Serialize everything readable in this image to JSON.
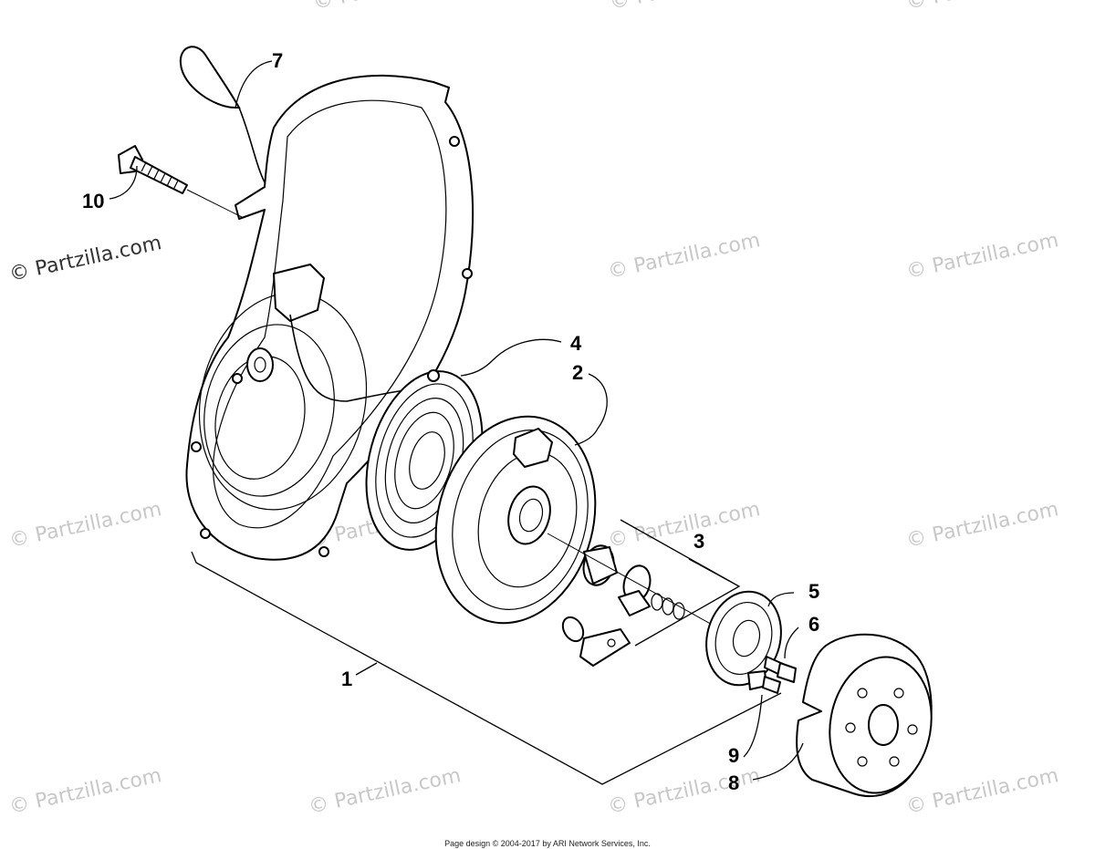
{
  "diagram": {
    "callouts": [
      {
        "id": "c1",
        "label": "1"
      },
      {
        "id": "c2",
        "label": "2"
      },
      {
        "id": "c3",
        "label": "3"
      },
      {
        "id": "c4",
        "label": "4"
      },
      {
        "id": "c5",
        "label": "5"
      },
      {
        "id": "c6",
        "label": "6"
      },
      {
        "id": "c7",
        "label": "7"
      },
      {
        "id": "c8",
        "label": "8"
      },
      {
        "id": "c9",
        "label": "9"
      },
      {
        "id": "c10",
        "label": "10"
      }
    ]
  },
  "watermark": {
    "text": "© Partzilla.com"
  },
  "footer": {
    "text": "Page design © 2004-2017 by ARI Network Services, Inc."
  }
}
